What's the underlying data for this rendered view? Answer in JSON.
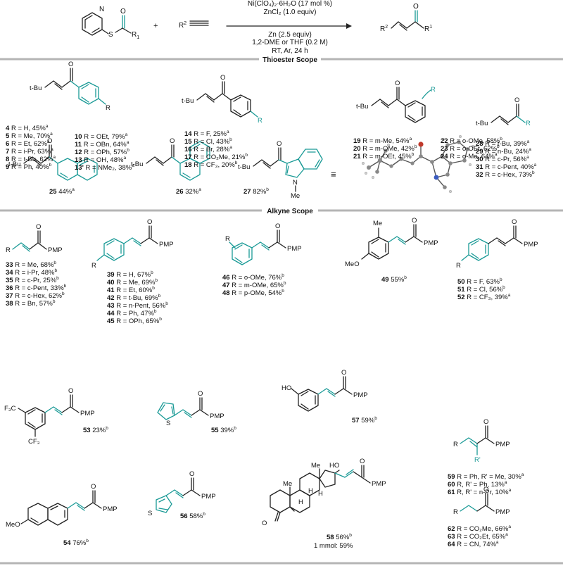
{
  "colors": {
    "accent": "#1a9a96",
    "divider": "#b5b5b5",
    "ink": "#111111"
  },
  "reaction": {
    "reactant_r1": "R",
    "reactant_r1_sup": "1",
    "plus": "+",
    "reactant_r2": "R",
    "reactant_r2_sup": "2",
    "conditions_top": [
      "Ni(ClO₄)₂·6H₂O (17 mol %)",
      "ZnCl₂ (1.0 equiv)"
    ],
    "conditions_bottom": [
      "Zn (2.5 equiv)",
      "1,2-DME or THF (0.2 M)",
      "RT, Ar, 24 h"
    ],
    "product_r1": "R",
    "product_r1_sup": "1",
    "product_r2": "R",
    "product_r2_sup": "2",
    "het_N": "N",
    "het_S": "S",
    "carbonyl_O": "O"
  },
  "sections": {
    "thioester": "Thioester Scope",
    "alkyne": "Alkyne Scope"
  },
  "labels": {
    "tbu": "t-Bu",
    "R": "R",
    "O": "O",
    "N": "N",
    "S": "S",
    "Me": "Me",
    "MeO": "MeO",
    "HO": "HO",
    "PMP": "PMP",
    "F3C": "F₃C",
    "CF3": "CF₃",
    "Rprime": "R'",
    "H": "H",
    "equiv": "≡"
  },
  "entries": {
    "g1a": [
      [
        "4",
        "R = H, 45%",
        "a"
      ],
      [
        "5",
        "R = Me, 70%",
        "a"
      ],
      [
        "6",
        "R = Et, 62%",
        "a"
      ],
      [
        "7",
        "R = i-Pr, 63%",
        "a"
      ],
      [
        "8",
        "R = t-Bu, 62%",
        "a"
      ],
      [
        "9",
        "R = Ph, 40%",
        "b"
      ]
    ],
    "g1b": [
      [
        "10",
        "R = OEt, 79%",
        "a"
      ],
      [
        "11",
        "R = OBn, 64%",
        "a"
      ],
      [
        "12",
        "R = OPh, 57%",
        "b"
      ],
      [
        "13",
        "R = OH, 48%",
        "a"
      ],
      [
        "13'",
        "R = NMe₂, 38%",
        "a"
      ]
    ],
    "g2": [
      [
        "14",
        "R = F, 25%",
        "a"
      ],
      [
        "15",
        "R = Cl, 43%",
        "b"
      ],
      [
        "16",
        "R = Br, 28%",
        "a"
      ],
      [
        "17",
        "R = CO₂Me, 21%",
        "b"
      ],
      [
        "18",
        "R = CF₃, 20%",
        "b"
      ]
    ],
    "g3a": [
      [
        "19",
        "R = m-Me, 54%",
        "a"
      ],
      [
        "20",
        "R = m-OMe, 42%",
        "b"
      ],
      [
        "21",
        "R = m-OEt, 45%",
        "b"
      ]
    ],
    "g3b": [
      [
        "22",
        "R = o-OMe, 58%",
        "b"
      ],
      [
        "23",
        "R = o-OEt, 62%",
        "b"
      ],
      [
        "24",
        "R = o-Me, 64%",
        "a"
      ]
    ],
    "g4": [
      [
        "28",
        "R = t-Bu, 39%",
        "a"
      ],
      [
        "29",
        "R = n-Bu, 24%",
        "a"
      ],
      [
        "30",
        "R = c-Pr, 56%",
        "a"
      ],
      [
        "31",
        "R = c-Pent, 40%",
        "a"
      ],
      [
        "32",
        "R = c-Hex, 73%",
        "b"
      ]
    ],
    "g5": [
      [
        "33",
        "R = Me, 68%",
        "b"
      ],
      [
        "34",
        "R = i-Pr, 48%",
        "b"
      ],
      [
        "35",
        "R = c-Pr, 25%",
        "b"
      ],
      [
        "36",
        "R = c-Pent, 33%",
        "b"
      ],
      [
        "37",
        "R = c-Hex, 62%",
        "b"
      ],
      [
        "38",
        "R = Bn, 57%",
        "b"
      ]
    ],
    "g6": [
      [
        "39",
        "R = H, 67%",
        "b"
      ],
      [
        "40",
        "R = Me, 69%",
        "b"
      ],
      [
        "41",
        "R = Et, 60%",
        "b"
      ],
      [
        "42",
        "R = t-Bu, 69%",
        "b"
      ],
      [
        "43",
        "R = n-Pent, 56%",
        "b"
      ],
      [
        "44",
        "R = Ph, 47%",
        "b"
      ],
      [
        "45",
        "R = OPh, 65%",
        "b"
      ]
    ],
    "g7": [
      [
        "46",
        "R = o-OMe, 76%",
        "b"
      ],
      [
        "47",
        "R = m-OMe, 65%",
        "b"
      ],
      [
        "48",
        "R = p-OMe, 54%",
        "b"
      ]
    ],
    "g8": [
      [
        "50",
        "R = F, 63%",
        "b"
      ],
      [
        "51",
        "R = Cl, 56%",
        "b"
      ],
      [
        "52",
        "R = CF₃, 39%",
        "a"
      ]
    ],
    "g9": [
      [
        "59",
        "R = Ph, R' = Me, 30%",
        "a"
      ],
      [
        "60",
        "R, R' = Ph, 13%",
        "a"
      ],
      [
        "61",
        "R, R' = n-Pr, 10%",
        "a"
      ]
    ],
    "g10": [
      [
        "62",
        "R = CO₂Me, 66%",
        "a"
      ],
      [
        "63",
        "R = CO₂Et, 65%",
        "a"
      ],
      [
        "64",
        "R = CN, 74%",
        "a"
      ]
    ]
  },
  "singles": {
    "c25": [
      "25",
      "44%",
      "a"
    ],
    "c26": [
      "26",
      "32%",
      "a"
    ],
    "c27": [
      "27",
      "82%",
      "b"
    ],
    "c49": [
      "49",
      "55%",
      "b"
    ],
    "c53": [
      "53",
      "23%",
      "b"
    ],
    "c55": [
      "55",
      "39%",
      "b"
    ],
    "c57": [
      "57",
      "59%",
      "b"
    ],
    "c54": [
      "54",
      "76%",
      "b"
    ],
    "c56": [
      "56",
      "58%",
      "b"
    ],
    "c58": [
      "58",
      "56%",
      "b"
    ]
  },
  "note58": "1 mmol: 59%"
}
